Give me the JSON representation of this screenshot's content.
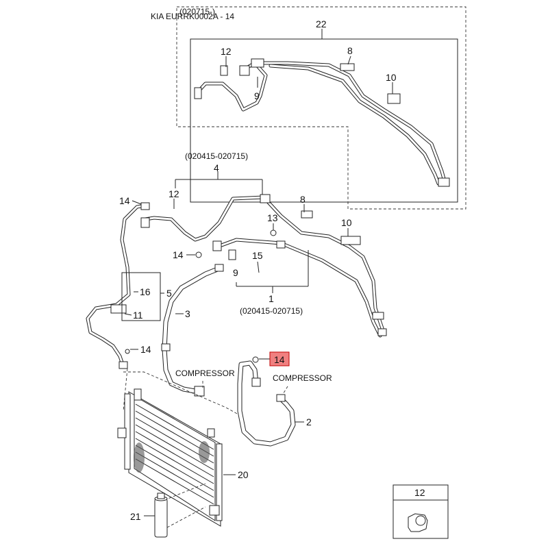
{
  "header": {
    "text": "KIA EURRK0002A - 14",
    "overlay": "(020715-)"
  },
  "labels": {
    "p22": "22",
    "p12a": "12",
    "p8a": "8",
    "p9a": "9",
    "p10a": "10",
    "date_range_top": "(020415-020715)",
    "p4": "4",
    "p12b": "12",
    "p14a": "14",
    "p8b": "8",
    "p13": "13",
    "p10b": "10",
    "p14b": "14",
    "p15": "15",
    "p9b": "9",
    "p1": "1",
    "date_range_bottom": "(020415-020715)",
    "p16": "16",
    "p5": "5",
    "p11": "11",
    "p3": "3",
    "p14c": "14",
    "p14_highlight": "14",
    "compressor_left": "COMPRESSOR",
    "compressor_right": "COMPRESSOR",
    "p2": "2",
    "p20": "20",
    "p21": "21",
    "inset_12": "12"
  },
  "colors": {
    "highlight_fill": "#f08080",
    "highlight_border": "#c00000",
    "line": "#222222"
  }
}
